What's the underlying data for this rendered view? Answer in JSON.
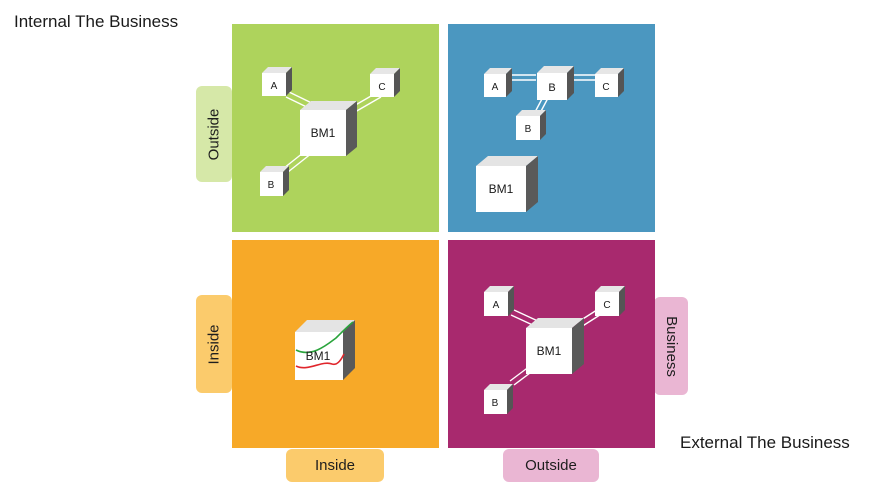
{
  "labels": {
    "top_left": "Internal The Business",
    "bottom_right": "External The Business"
  },
  "tabs": {
    "left_top": "Outside",
    "left_bottom": "Inside",
    "bottom_left": "Inside",
    "bottom_right": "Outside",
    "right_bottom": "Business"
  },
  "quadrants": {
    "q1": {
      "cubes": {
        "a": "A",
        "b": "B",
        "c": "C",
        "main": "BM1"
      }
    },
    "q2": {
      "cubes": {
        "a": "A",
        "b_top": "B",
        "c": "C",
        "b_bottom": "B",
        "main": "BM1"
      }
    },
    "q3": {
      "cubes": {
        "main": "BM1"
      }
    },
    "q4": {
      "cubes": {
        "a": "A",
        "c": "C",
        "b": "B",
        "main": "BM1"
      }
    }
  },
  "colors": {
    "green": "#aed35c",
    "blue": "#4b97c0",
    "orange": "#f7a928",
    "magenta": "#a8296e",
    "tab_green": "#d6e8a8",
    "tab_orange": "#fbcb6c",
    "tab_pink": "#eab6d3"
  }
}
